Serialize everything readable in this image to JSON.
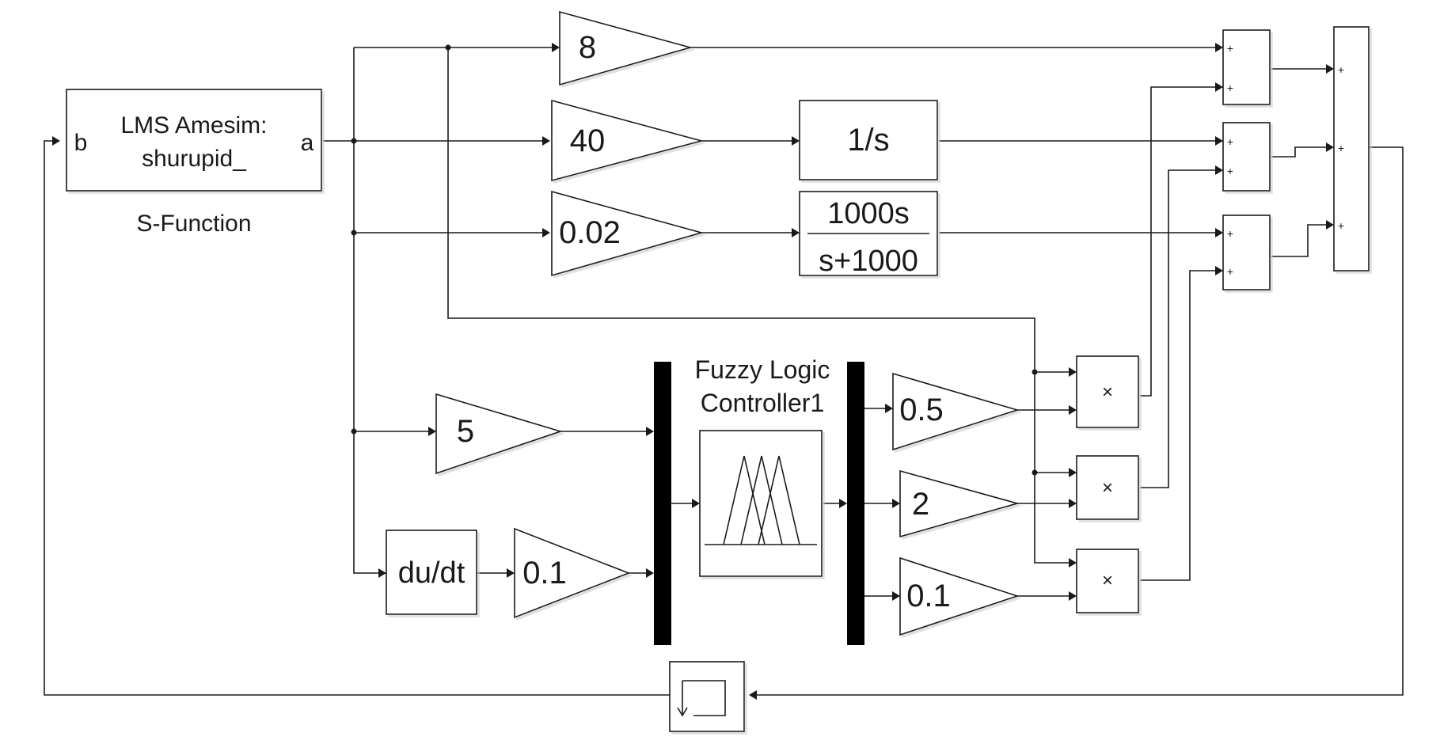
{
  "blocks": {
    "sfunction": {
      "line1": "LMS Amesim:",
      "line2": "shurupid_",
      "port_in": "b",
      "port_out": "a",
      "caption": "S-Function"
    },
    "gain_8": "8",
    "gain_40": "40",
    "gain_002": "0.02",
    "gain_5": "5",
    "gain_01_in": "0.1",
    "derivative": "du/dt",
    "integrator": "1/s",
    "filter": {
      "numerator": "1000s",
      "denominator": "s+1000"
    },
    "fuzzy": {
      "line1": "Fuzzy Logic",
      "line2": "Controller1"
    },
    "gain_05": "0.5",
    "gain_2": "2",
    "gain_01_out": "0.1",
    "product_symbol": "×",
    "sum_sign": "+"
  }
}
